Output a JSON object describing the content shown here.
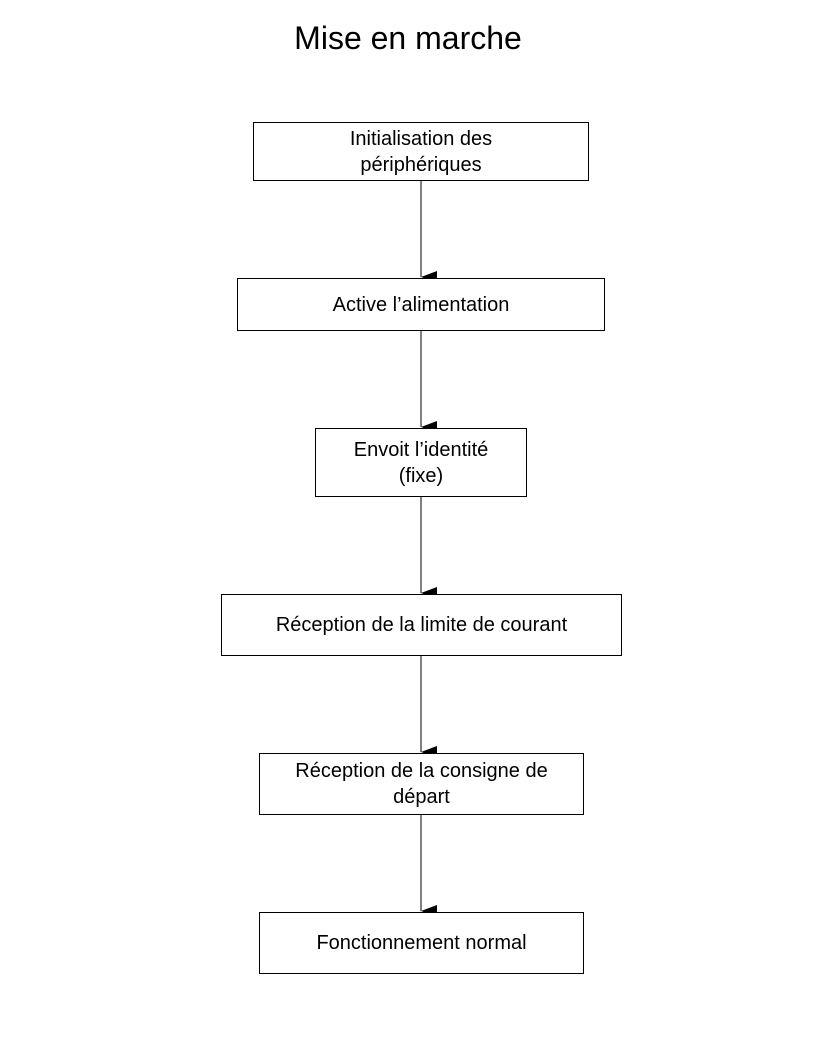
{
  "diagram": {
    "title": "Mise en marche",
    "steps": [
      {
        "label": "Initialisation des\npériphériques"
      },
      {
        "label": "Active l’alimentation"
      },
      {
        "label": "Envoit l’identité\n(fixe)"
      },
      {
        "label": "Réception de la limite de courant"
      },
      {
        "label": "Réception de la consigne de\ndépart"
      },
      {
        "label": "Fonctionnement normal"
      }
    ]
  }
}
